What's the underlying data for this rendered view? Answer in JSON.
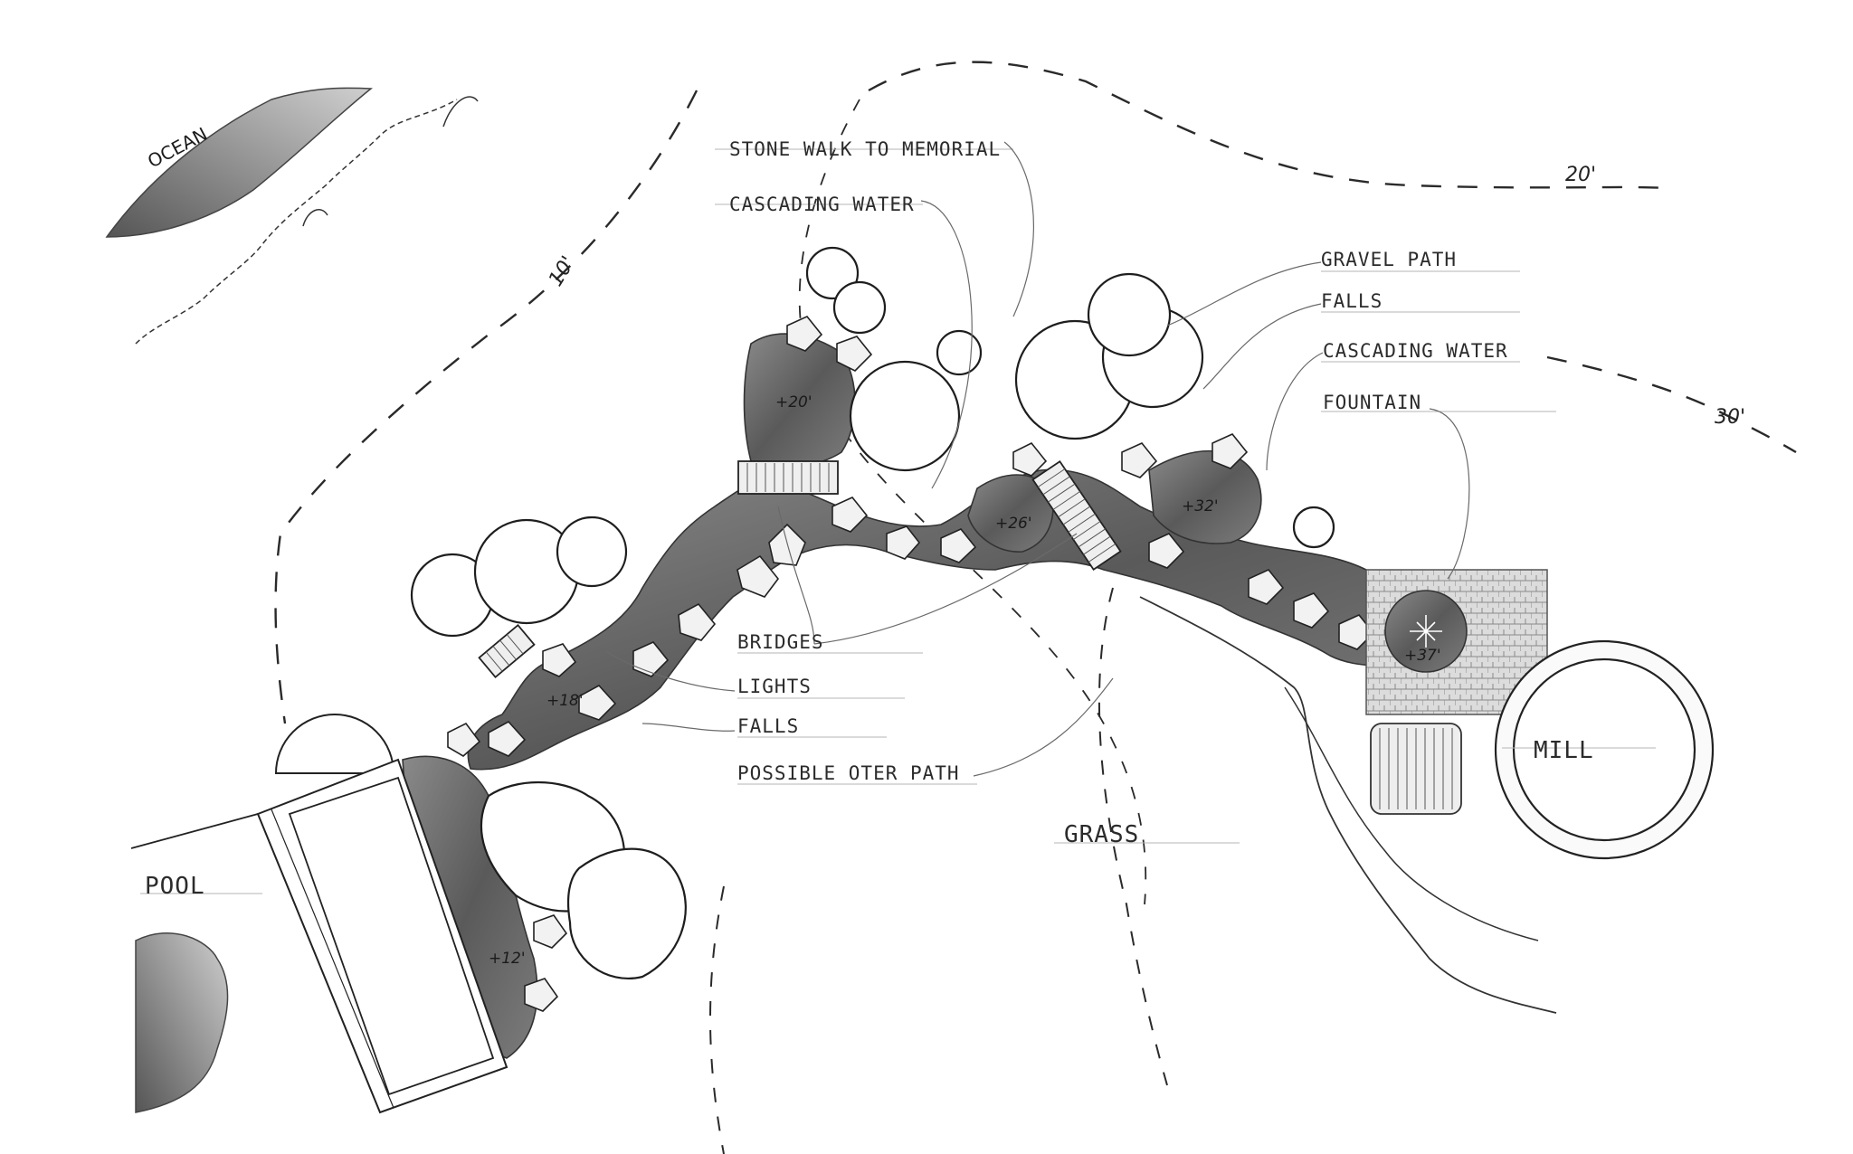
{
  "labels": {
    "stone_walk": "STONE WALK TO MEMORIAL",
    "cascading_water_left": "CASCADING WATER",
    "gravel_path": "GRAVEL PATH",
    "falls_top": "FALLS",
    "cascading_water_right": "CASCADING WATER",
    "fountain": "FOUNTAIN",
    "bridges": "BRIDGES",
    "lights": "LIGHTS",
    "falls_bottom": "FALLS",
    "possible_outer_path": "POSSIBLE OTER PATH",
    "grass": "GRASS",
    "pool": "POOL",
    "mill": "MILL",
    "ocean": "OCEAN"
  },
  "contours": {
    "c10": "10'",
    "c20": "20'",
    "c30": "30'"
  },
  "elevations": {
    "e20": "+20'",
    "e26": "+26'",
    "e32": "+32'",
    "e18": "+18'",
    "e37": "+37'",
    "e12": "+12'"
  },
  "colors": {
    "paper": "#ffffff",
    "graphite": "#2b2b2b",
    "water_shade": "#5a5a5a"
  }
}
